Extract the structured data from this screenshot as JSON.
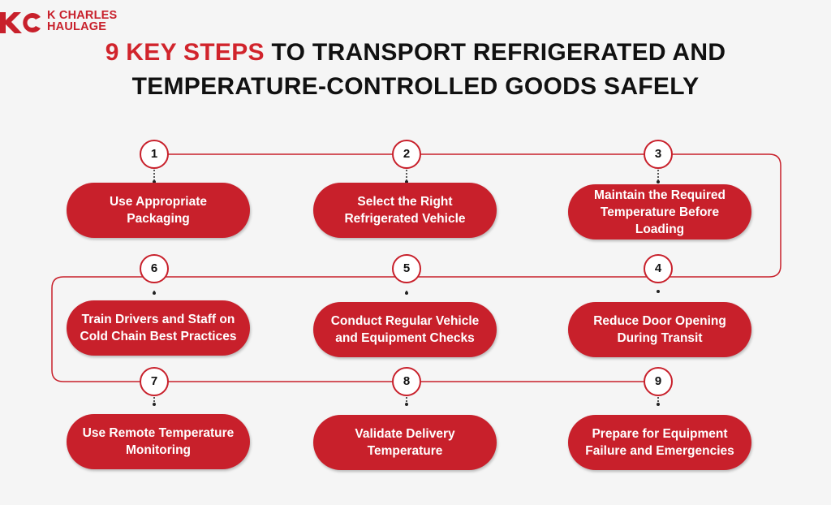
{
  "brand": {
    "name_line1": "K CHARLES",
    "name_line2": "HAULAGE",
    "mark": "KC",
    "accent_color": "#c8202b"
  },
  "title": {
    "highlight": "9 KEY STEPS",
    "line1_rest": " TO TRANSPORT REFRIGERATED AND",
    "line2": "TEMPERATURE-CONTROLLED GOODS SAFELY"
  },
  "steps": [
    {
      "number": "1",
      "label": "Use Appropriate Packaging"
    },
    {
      "number": "2",
      "label": "Select the Right Refrigerated Vehicle"
    },
    {
      "number": "3",
      "label": "Maintain the Required Temperature Before Loading"
    },
    {
      "number": "4",
      "label": "Reduce Door Opening During Transit"
    },
    {
      "number": "5",
      "label": "Conduct Regular Vehicle and Equipment Checks"
    },
    {
      "number": "6",
      "label": "Train Drivers and Staff on Cold Chain Best Practices"
    },
    {
      "number": "7",
      "label": "Use Remote Temperature Monitoring"
    },
    {
      "number": "8",
      "label": "Validate Delivery Temperature"
    },
    {
      "number": "9",
      "label": "Prepare for Equipment Failure and Emergencies"
    }
  ]
}
